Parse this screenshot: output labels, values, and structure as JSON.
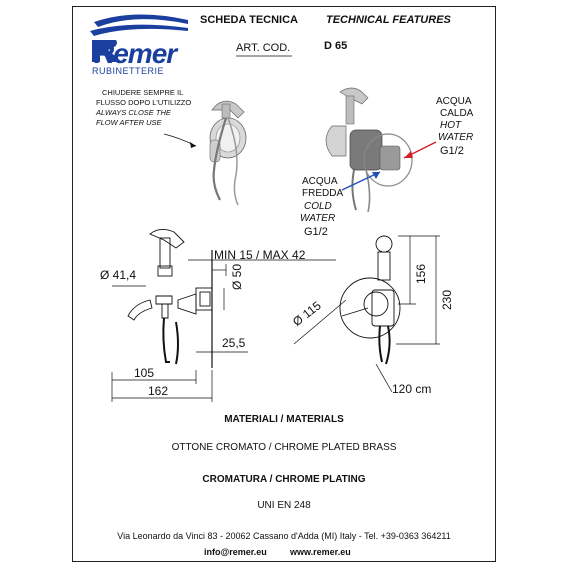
{
  "header": {
    "scheda": "SCHEDA TECNICA",
    "technical": "TECHNICAL FEATURES",
    "art_cod": "ART. COD.",
    "code": "D 65"
  },
  "logo": {
    "brand": "Remer",
    "sub": "RUBINETTERIE",
    "color": "#1a3f9e"
  },
  "note": {
    "line1": "CHIUDERE SEMPRE IL",
    "line2": "FLUSSO DOPO L'UTILIZZO",
    "line3": "ALWAYS CLOSE THE",
    "line4": "FLOW AFTER  USE"
  },
  "hot": {
    "it1": "ACQUA",
    "it2": "CALDA",
    "en1": "HOT",
    "en2": "WATER",
    "size": "G1/2",
    "arrow_color": "#d0202a"
  },
  "cold": {
    "it1": "ACQUA",
    "it2": "FREDDA",
    "en1": "COLD",
    "en2": "WATER",
    "size": "G1/2",
    "arrow_color": "#1f4fb8"
  },
  "dims": {
    "d414": "Ø 41,4",
    "minmax": "MIN 15 / MAX 42",
    "d50": "Ø 50",
    "d255": "25,5",
    "d105": "105",
    "d162": "162",
    "d156": "156",
    "d230": "230",
    "d115": "Ø 115",
    "d120": "120 cm"
  },
  "materials": {
    "title": "MATERIALI / MATERIALS",
    "text": "OTTONE CROMATO / CHROME PLATED BRASS"
  },
  "plating": {
    "title": "CROMATURA / CHROME PLATING",
    "text": "UNI EN 248"
  },
  "footer": {
    "address": "Via Leonardo da Vinci 83 - 20062 Cassano d'Adda (MI) Italy - Tel. +39-0363 364211",
    "email": "info@remer.eu",
    "web": "www.remer.eu"
  }
}
